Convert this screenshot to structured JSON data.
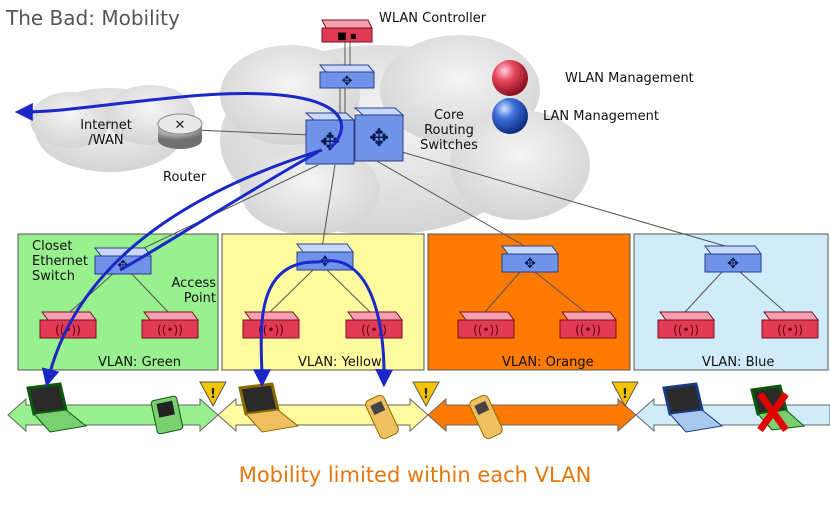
{
  "title": "The Bad: Mobility",
  "caption": "Mobility limited within each VLAN",
  "labels": {
    "wlan_controller": "WLAN Controller",
    "wlan_management": "WLAN Management",
    "lan_management": "LAN Management",
    "internet": "Internet\n/WAN",
    "router": "Router",
    "core": "Core\nRouting\nSwitches",
    "closet": "Closet\nEthernet\nSwitch",
    "access_point": "Access\nPoint"
  },
  "vlans": [
    {
      "name": "VLAN: Green",
      "color": "#98f08e"
    },
    {
      "name": "VLAN: Yellow",
      "color": "#fffaa0"
    },
    {
      "name": "VLAN: Orange",
      "color": "#ff7a00"
    },
    {
      "name": "VLAN: Blue",
      "color": "#d0ecfb"
    }
  ],
  "legend_colors": {
    "wlan": "#e23a55",
    "lan": "#3a6fd8"
  },
  "icons": [
    "switch-icon",
    "router-icon",
    "access-point-icon",
    "laptop-icon",
    "pda-icon",
    "phone-icon",
    "warning-icon",
    "x-mark-icon"
  ]
}
